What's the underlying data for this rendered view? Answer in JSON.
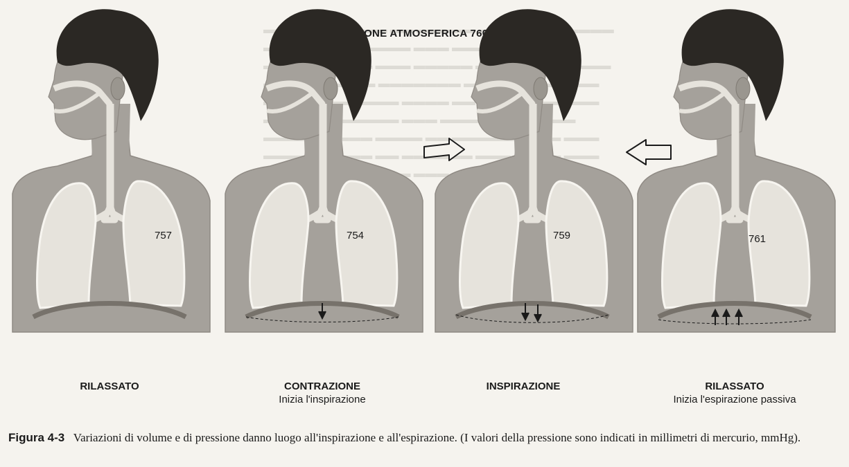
{
  "title": "PRESSIONE ATMOSFERICA 760 mmHg",
  "panels": [
    {
      "label": "RILASSATO",
      "sublabel": "",
      "pressure": "757"
    },
    {
      "label": "CONTRAZIONE",
      "sublabel": "Inizia l'inspirazione",
      "pressure": "754"
    },
    {
      "label": "INSPIRAZIONE",
      "sublabel": "",
      "pressure": "759"
    },
    {
      "label": "RILASSATO",
      "sublabel": "Inizia l'espirazione passiva",
      "pressure": "761"
    }
  ],
  "caption": {
    "figure": "Figura 4-3",
    "text": "Variazioni di volume e di pressione danno luogo all'inspirazione e all'espirazione. (I valori della pressione sono indicati in millimetri di mercurio, mmHg)."
  },
  "colors": {
    "torso": "#a5a19b",
    "lung": "#e6e3dc",
    "hair": "#2b2824",
    "diaphragm": "#77726b"
  }
}
